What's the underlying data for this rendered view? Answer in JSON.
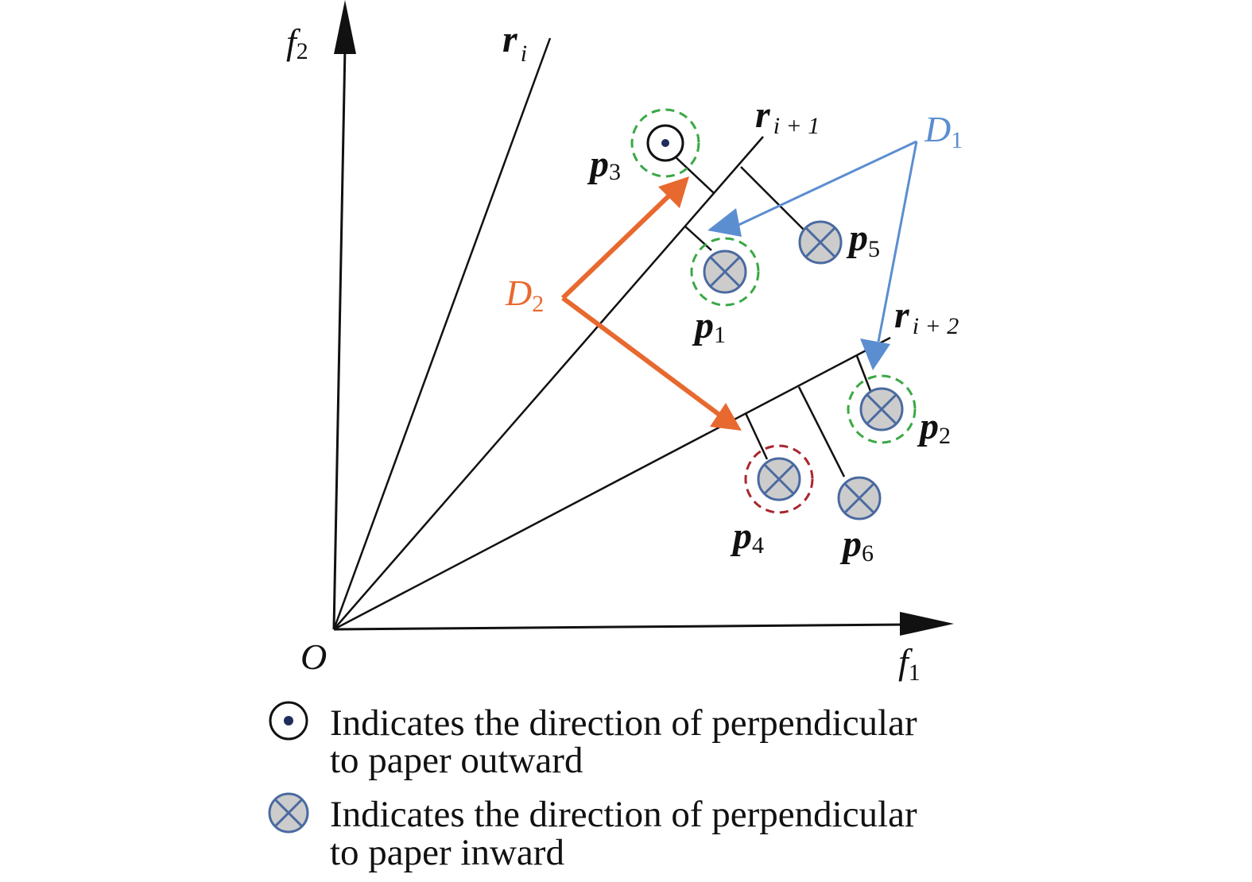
{
  "axes": {
    "origin_label": "O",
    "x_label": "f",
    "x_sub": "1",
    "y_label": "f",
    "y_sub": "2"
  },
  "rays": [
    {
      "label": "r",
      "sub": "i"
    },
    {
      "label": "r",
      "sub": "i + 1"
    },
    {
      "label": "r",
      "sub": "i + 2"
    }
  ],
  "points": [
    {
      "label": "p",
      "sub": "1",
      "symbol": "into-page"
    },
    {
      "label": "p",
      "sub": "2",
      "symbol": "into-page"
    },
    {
      "label": "p",
      "sub": "3",
      "symbol": "out-of-page"
    },
    {
      "label": "p",
      "sub": "4",
      "symbol": "into-page"
    },
    {
      "label": "p",
      "sub": "5",
      "symbol": "into-page"
    },
    {
      "label": "p",
      "sub": "6",
      "symbol": "into-page"
    }
  ],
  "directions": {
    "d1": {
      "label": "D",
      "sub": "1",
      "color": "#5b8ed0"
    },
    "d2": {
      "label": "D",
      "sub": "2",
      "color": "#e8692f"
    }
  },
  "highlight_colors": {
    "selected": "#3aa845",
    "excluded": "#a8262e"
  },
  "legend": [
    {
      "icon": "out-of-page-icon",
      "line1": "Indicates the direction of perpendicular",
      "line2": "to paper outward"
    },
    {
      "icon": "into-page-icon",
      "line1": "Indicates the direction of perpendicular",
      "line2": "to paper inward"
    }
  ]
}
